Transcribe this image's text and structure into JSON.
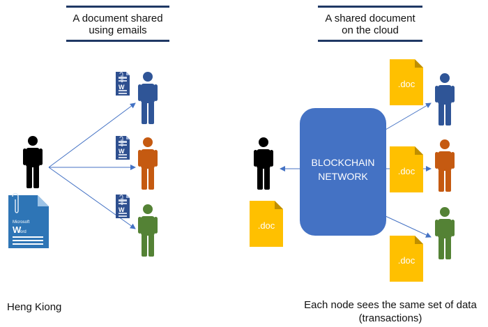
{
  "left": {
    "title_line1": "A document shared",
    "title_line2": "using emails",
    "author": "Heng Kiong",
    "word_doc": {
      "app": "Microsoft",
      "letter": "W",
      "suffix": "ord"
    },
    "small_doc_letter": "W"
  },
  "right": {
    "title_line1": "A shared document",
    "title_line2": "on the cloud",
    "network_line1": "BLOCKCHAIN",
    "network_line2": "NETWORK",
    "doc_label": ".doc",
    "caption_line1": "Each node sees the same set of data",
    "caption_line2": "(transactions)"
  },
  "colors": {
    "title_bar": "#1f3864",
    "network": "#4472c4",
    "doc": "#ffc000",
    "person_blue": "#2f5597",
    "person_orange": "#c55a11",
    "person_green": "#548235",
    "person_black": "#000000",
    "arrow": "#4472c4"
  }
}
